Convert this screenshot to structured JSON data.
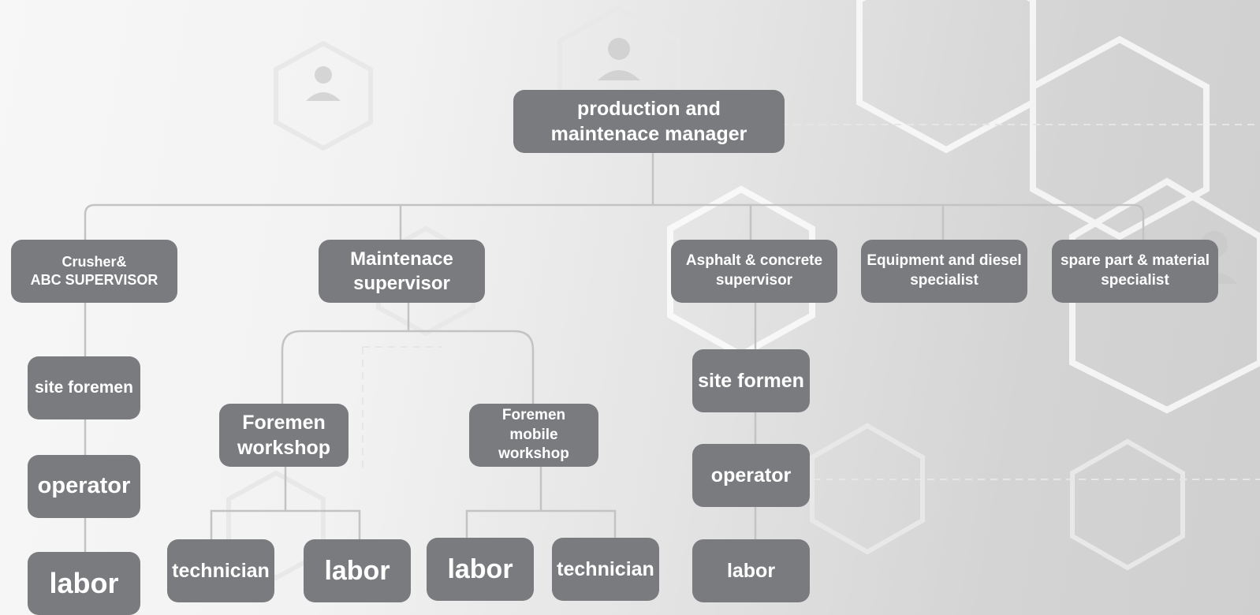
{
  "chart": {
    "root": {
      "label": "production and\nmaintenace manager"
    },
    "supervisors": {
      "crusher": "Crusher&\nABC SUPERVISOR",
      "maintenance": "Maintenace\nsupervisor",
      "asphalt": "Asphalt & concrete\nsupervisor",
      "equipment": "Equipment and diesel\nspecialist",
      "spare_part": "spare part & material\nspecialist"
    },
    "crusher_branch": {
      "site_foremen": "site foremen",
      "operator": "operator",
      "labor": "labor"
    },
    "maintenance_branch": {
      "foremen_workshop": "Foremen\nworkshop",
      "foremen_mobile_workshop": "Foremen\nmobile workshop",
      "workshop_technician": "technician",
      "workshop_labor": "labor",
      "mobile_labor": "labor",
      "mobile_technician": "technician"
    },
    "asphalt_branch": {
      "site_formen": "site formen",
      "operator": "operator",
      "labor": "labor"
    }
  },
  "colors": {
    "node_fill": "#7a7b7f",
    "node_text": "#ffffff",
    "connector": "#c3c3c3"
  }
}
